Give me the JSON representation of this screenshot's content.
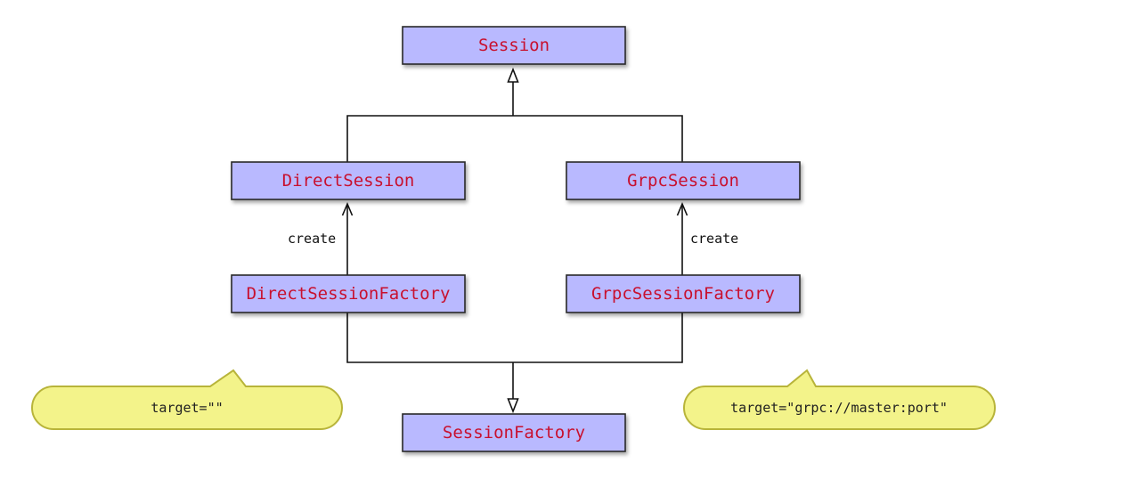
{
  "diagram": {
    "nodes": {
      "session": "Session",
      "direct_session": "DirectSession",
      "grpc_session": "GrpcSession",
      "direct_session_factory": "DirectSessionFactory",
      "grpc_session_factory": "GrpcSessionFactory",
      "session_factory": "SessionFactory"
    },
    "edges": {
      "direct_create_label": "create",
      "grpc_create_label": "create"
    },
    "notes": {
      "direct_target": "target=\"\"",
      "grpc_target": "target=\"grpc://master:port\""
    },
    "colors": {
      "box_fill": "#b9b9ff",
      "box_text": "#c8102e",
      "note_fill": "#f3f38a",
      "note_border": "#b8b43a"
    }
  }
}
